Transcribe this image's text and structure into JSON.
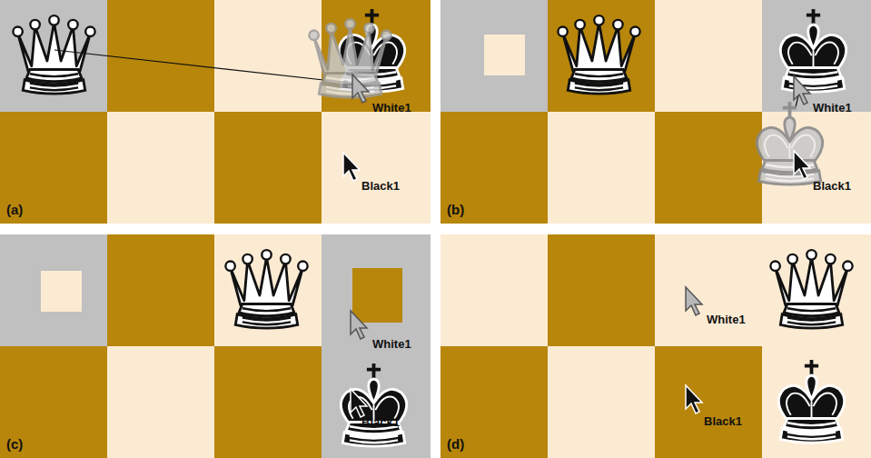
{
  "diagram": {
    "labels": [
      "(a)",
      "White1",
      "Black1",
      "(b)",
      "White1",
      "Black1",
      "(c)",
      "White1",
      "Black1",
      "(d)",
      "White1",
      "Black1"
    ]
  }
}
